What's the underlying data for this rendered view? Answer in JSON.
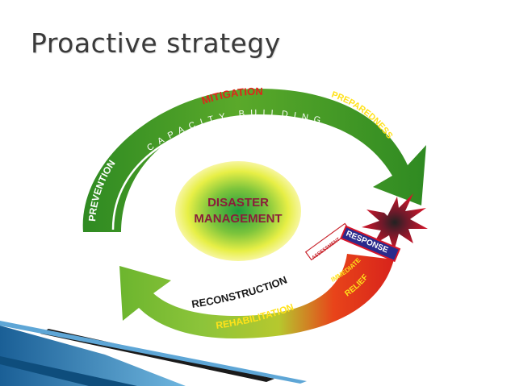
{
  "slide": {
    "title": "Proactive strategy"
  },
  "diagram": {
    "center_line1": "DISASTER",
    "center_line2": "MANAGEMENT",
    "upper_arc": {
      "outer_top": "MITIGATION",
      "outer_left": "PREVENTION",
      "outer_right": "PREPAREDNESS",
      "inner": "CAPACITY BUILDING"
    },
    "lower_arc": {
      "reconstruction": "RECONSTRUCTION",
      "rehabilitation": "REHABILITATION",
      "immediate": "IMMEDIATE",
      "relief": "RELIEF",
      "assessment": "ASSESSMENT",
      "response": "RESPONSE"
    }
  },
  "colors": {
    "green_dark": "#2f8a22",
    "green_light": "#a6d63a",
    "red": "#e0241b",
    "yellow_text": "#ffe21a",
    "center_glow": "#f2f24a",
    "center_core": "#1f9a3c",
    "title": "#3a3a3a",
    "response_box": "#2a2a8c",
    "stripe_blue": "#1f6fa8"
  },
  "icons": {
    "burst": "explosion-burst-icon"
  }
}
